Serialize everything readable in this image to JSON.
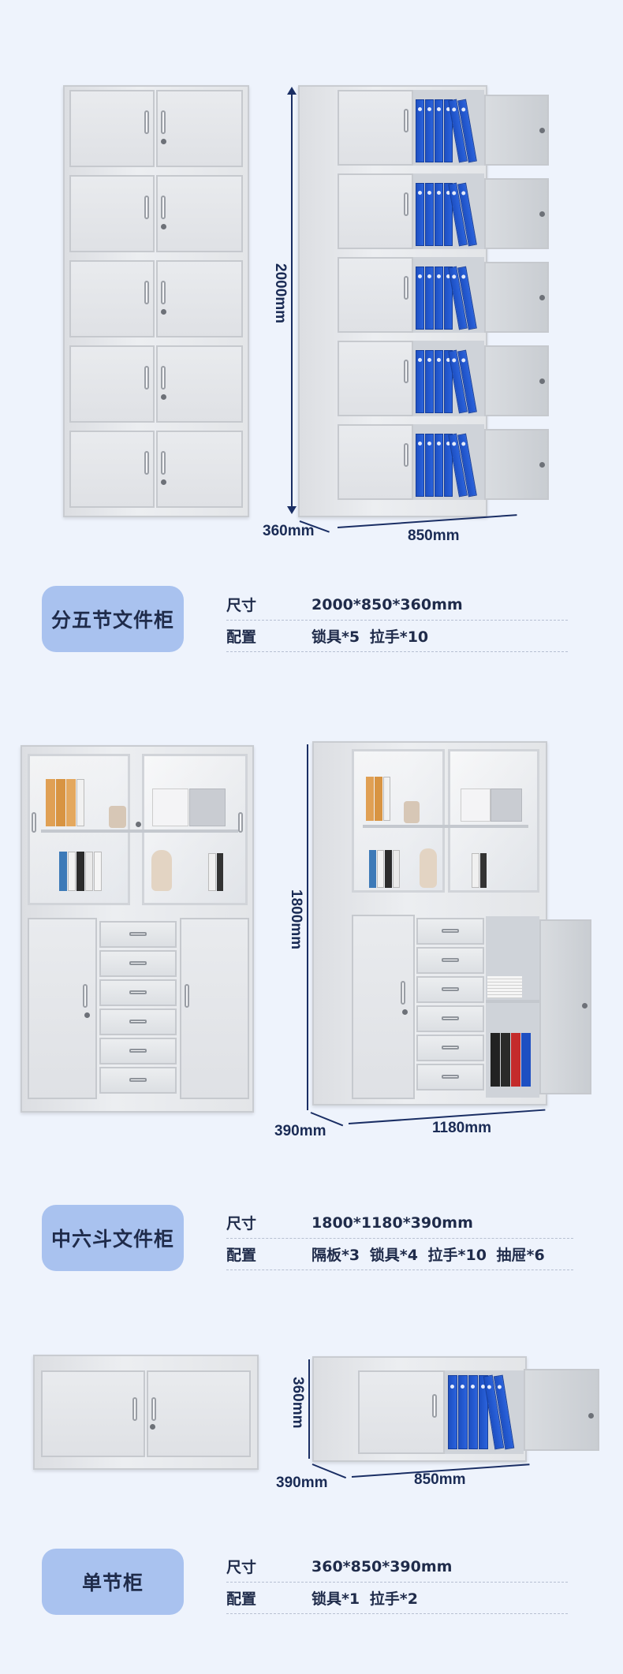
{
  "products": [
    {
      "name": "分五节文件柜",
      "dims": {
        "height": "2000mm",
        "depth": "360mm",
        "width": "850mm"
      },
      "specs": [
        {
          "label": "尺寸",
          "value": "2000*850*360mm"
        },
        {
          "label": "配置",
          "value": "锁具*5  拉手*10"
        }
      ]
    },
    {
      "name": "中六斗文件柜",
      "dims": {
        "height": "1800mm",
        "depth": "390mm",
        "width": "1180mm"
      },
      "specs": [
        {
          "label": "尺寸",
          "value": "1800*1180*390mm"
        },
        {
          "label": "配置",
          "value": "隔板*3  锁具*4  拉手*10  抽屉*6"
        }
      ]
    },
    {
      "name": "单节柜",
      "dims": {
        "height": "360mm",
        "depth": "390mm",
        "width": "850mm"
      },
      "specs": [
        {
          "label": "尺寸",
          "value": "360*850*390mm"
        },
        {
          "label": "配置",
          "value": "锁具*1  拉手*2"
        }
      ]
    }
  ],
  "colors": {
    "background": "#eef3fc",
    "tag": "#a9c2ef",
    "binder": "#2458d2",
    "dimension": "#1a2e64"
  }
}
